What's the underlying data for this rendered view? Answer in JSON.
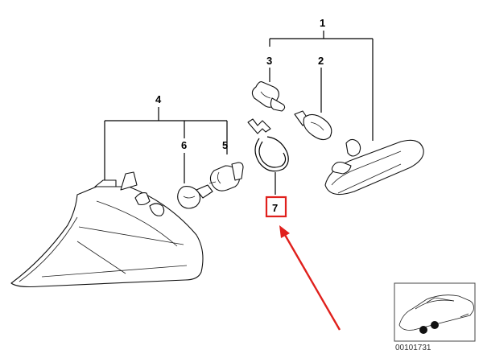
{
  "callouts": [
    {
      "id": "1",
      "label": "1"
    },
    {
      "id": "2",
      "label": "2"
    },
    {
      "id": "3",
      "label": "3"
    },
    {
      "id": "4",
      "label": "4"
    },
    {
      "id": "5",
      "label": "5"
    },
    {
      "id": "6",
      "label": "6"
    },
    {
      "id": "7",
      "label": "7"
    }
  ],
  "highlight": {
    "label": "7",
    "box_color": "#e0201c",
    "arrow_color": "#e0201c"
  },
  "diagram_code": "00101731"
}
